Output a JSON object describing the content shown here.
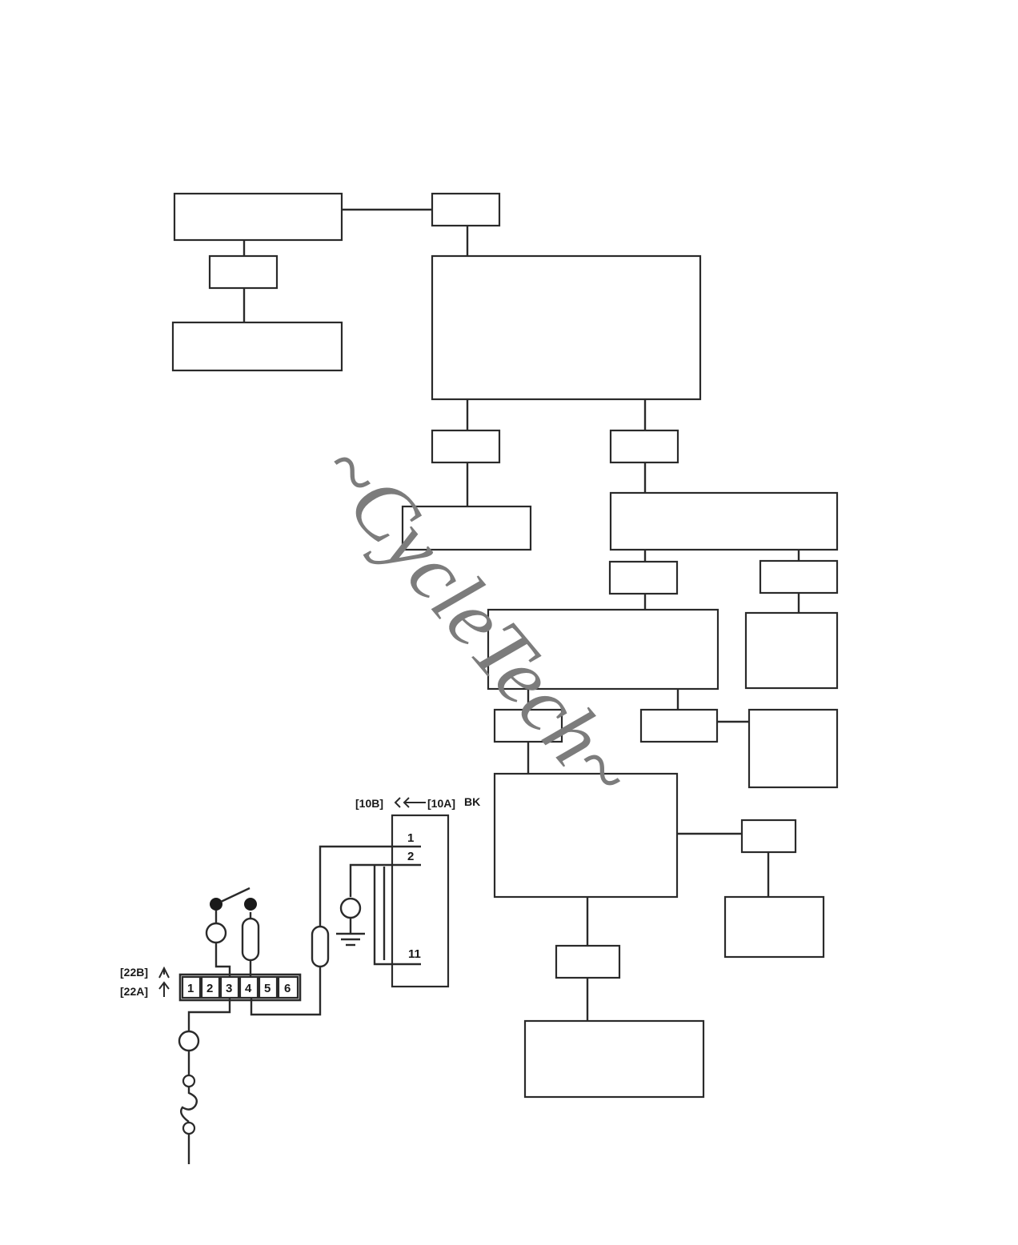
{
  "connector_10": {
    "label_b": "[10B]",
    "label_a": "[10A]",
    "color": "BK",
    "pins": [
      "1",
      "2",
      "11"
    ]
  },
  "connector_22": {
    "label_b": "[22B]",
    "label_a": "[22A]",
    "pins": [
      "1",
      "2",
      "3",
      "4",
      "5",
      "6"
    ]
  },
  "watermark": "~CycleTech~",
  "colors": {
    "line": "#2a2a2a",
    "watermark": "#7c7c7c"
  }
}
